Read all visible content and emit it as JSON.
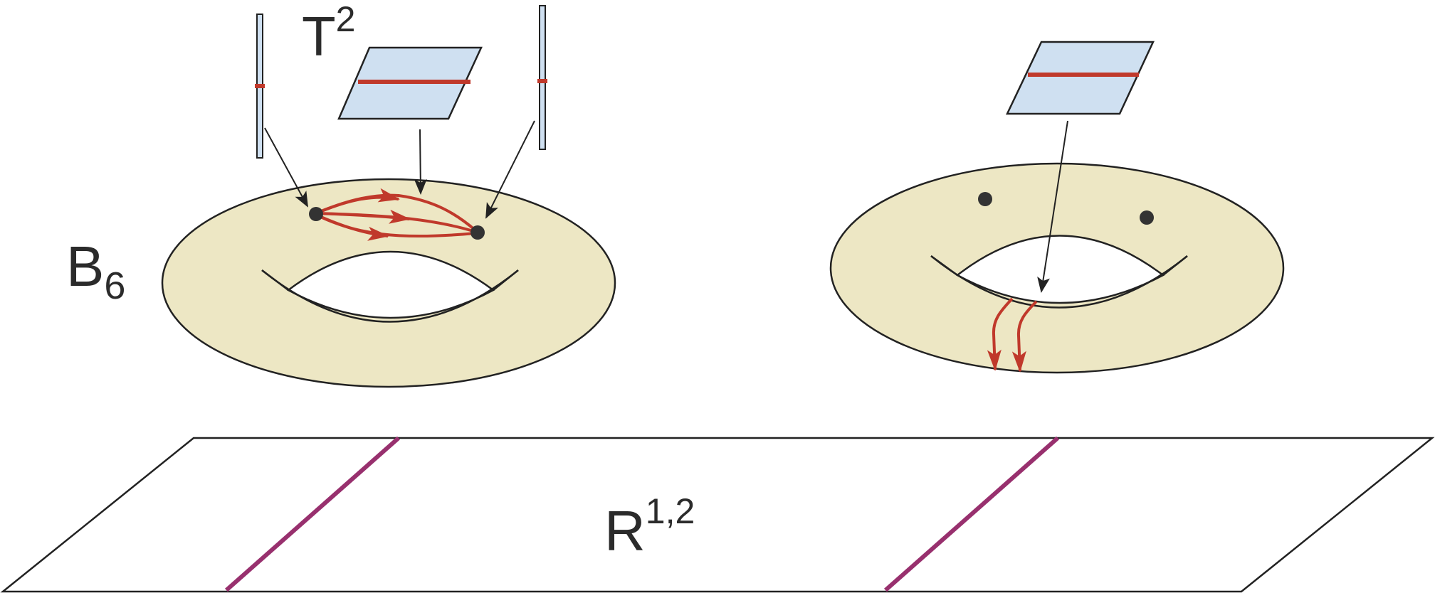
{
  "labels": {
    "fiber_torus": {
      "base": "T",
      "sup": "2"
    },
    "base_space": {
      "base": "B",
      "sub": "6"
    },
    "spacetime": {
      "base": "R",
      "sup": "1,2"
    }
  },
  "colors": {
    "torus_fill": "#ede7c4",
    "fiber_fill": "#cfe0f1",
    "red": "#c0392b",
    "purple": "#98306e",
    "stroke": "#222222"
  }
}
